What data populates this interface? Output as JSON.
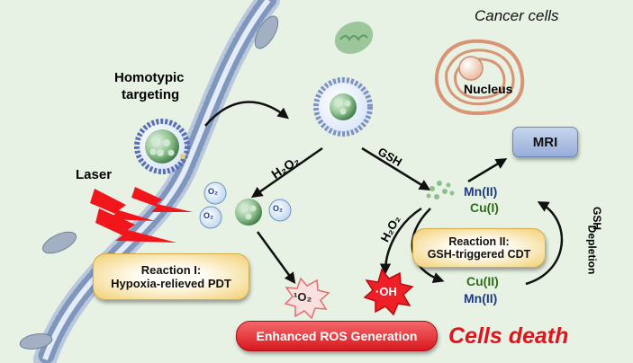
{
  "labels": {
    "cancer_cells": "Cancer cells",
    "nucleus": "Nucleus",
    "homotypic_line1": "Homotypic",
    "homotypic_line2": "targeting",
    "laser": "Laser",
    "h2o2_left": "H₂O₂",
    "gsh": "GSH",
    "mri": "MRI",
    "mn2_top": "Mn(II)",
    "cu1": "Cu(I)",
    "h2o2_right": "H₂O₂",
    "gsh_depletion_line1": "GSH",
    "gsh_depletion_line2": "Depletion",
    "cu2": "Cu(II)",
    "mn2_bottom": "Mn(II)",
    "reaction1_line1": "Reaction I:",
    "reaction1_line2": "Hypoxia-relieved PDT",
    "reaction2_line1": "Reaction II:",
    "reaction2_line2": "GSH-triggered CDT",
    "singlet_oxygen": "¹O₂",
    "hydroxyl": "·OH",
    "o2": "O₂",
    "enhanced_ros": "Enhanced ROS Generation",
    "cells_death": "Cells death"
  },
  "colors": {
    "background": "#e7f2e4",
    "mn_label": "#1f3a80",
    "cu_label": "#2f6e18",
    "cells_death": "#e0141c",
    "mri_box": "#a9bde2",
    "reaction_box": "#f4d98a",
    "ros_bar": "#e8262c"
  }
}
